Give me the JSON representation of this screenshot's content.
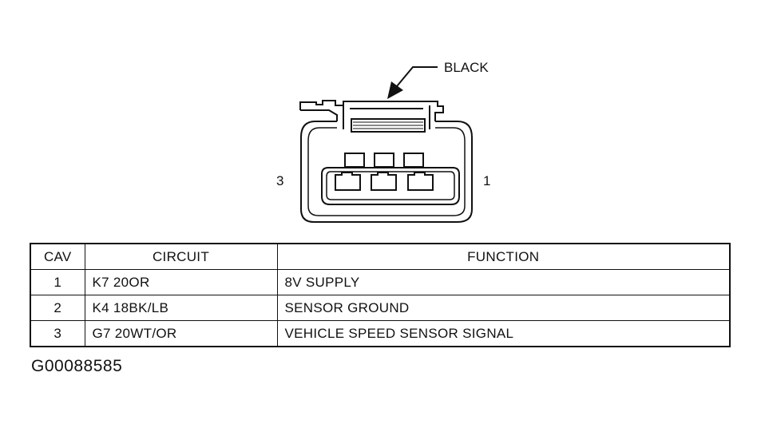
{
  "connector": {
    "color_label": "BLACK",
    "left_cavity_number": "3",
    "right_cavity_number": "1"
  },
  "table": {
    "headers": {
      "cav": "CAV",
      "circuit": "CIRCUIT",
      "function": "FUNCTION"
    },
    "rows": [
      {
        "cav": "1",
        "circuit": "K7 20OR",
        "function": "8V SUPPLY"
      },
      {
        "cav": "2",
        "circuit": "K4 18BK/LB",
        "function": "SENSOR GROUND"
      },
      {
        "cav": "3",
        "circuit": "G7 20WT/OR",
        "function": "VEHICLE SPEED SENSOR SIGNAL"
      }
    ]
  },
  "figure_id": "G00088585"
}
